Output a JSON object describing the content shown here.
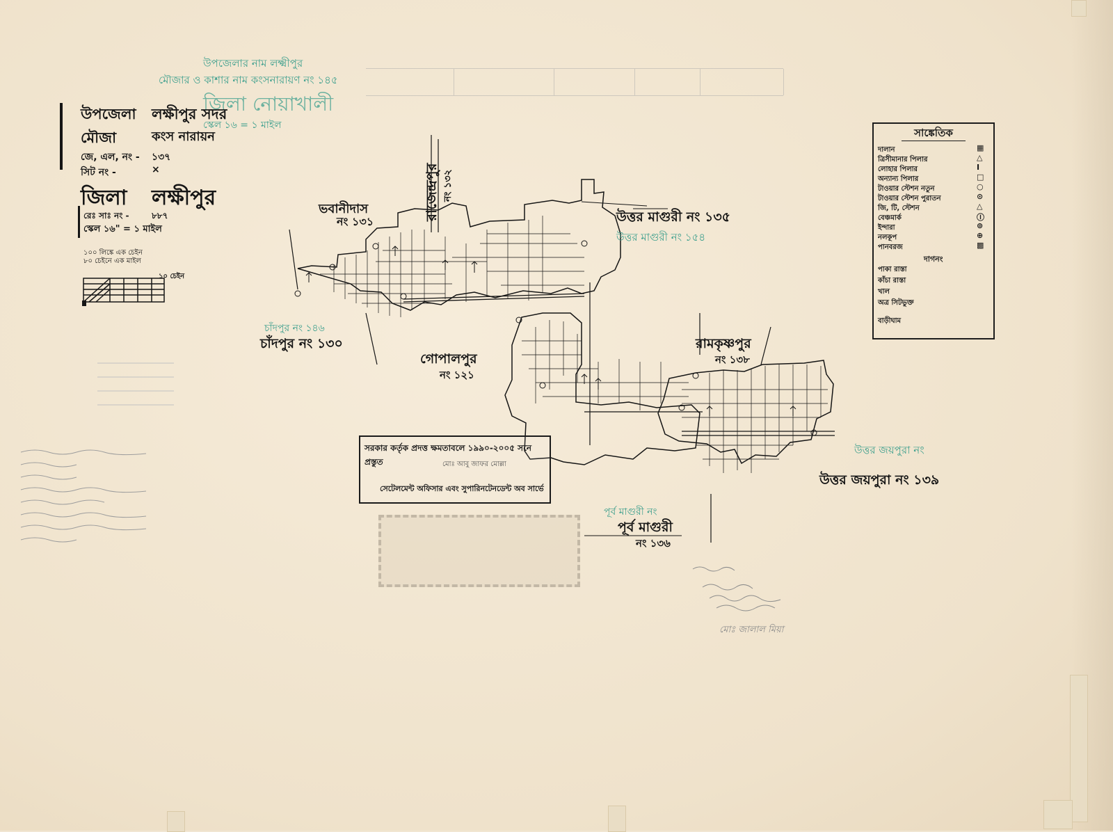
{
  "header": {
    "upazila_label": "উপজেলা",
    "upazila_value": "লক্ষীপুর সদর",
    "mouza_label": "মৌজা",
    "mouza_value": "কংস নারায়ন",
    "jl_label": "জে, এল, নং -",
    "jl_value": "১৩৭",
    "sheet_label": "সিট নং -",
    "sheet_value": "×",
    "district_label": "জিলা",
    "district_value": "লক্ষীপুর",
    "reg_label": "রেঃ সাঃ নং -",
    "reg_value": "৮৮৭",
    "scale_text": "স্কেল ১৬\" = ১ মাইল",
    "chain_line1": "১০০ লিঙ্কে এক চেইন",
    "chain_line2": "৮০ চেইনে এক মাইল",
    "scale_bar_end": "১০ চেইন"
  },
  "old_header": {
    "line1": "উপজেলার নাম লক্ষ্মীপুর",
    "line2": "মৌজার ও কাশার নাম কংসনারায়ণ নং ১৪৫",
    "line3": "জিলা নোয়াখালী",
    "line4": "স্কেল ১৬ = ১ মাইল"
  },
  "place_labels": {
    "bhabanidas": "ভবানীদাস",
    "bhabanidas_no": "নং ১৩১",
    "ramendrapur": "রাজেন্দ্রপুর",
    "ramendrapur_no": "নং ১৩২",
    "uttar_magri": "উত্তর মাগুরী নং ১৩৫",
    "uttar_magri_old": "উত্তর মাগুরী নং ১৫৪",
    "chandpur": "চাঁদপুর নং ১৩০",
    "chandpur_old": "চাঁদপুর নং ১৪৬",
    "gopalpur": "গোপালপুর",
    "gopalpur_no": "নং ১২১",
    "ramkrishnapur": "রামকৃষ্ণপুর",
    "ramkrishnapur_no": "নং ১৩৮",
    "uttar_joypura": "উত্তর জয়পুরা নং ১৩৯",
    "uttar_joypura_old": "উত্তর জয়পুরা নং",
    "purba_magri": "পূর্ব মাগুরী",
    "purba_magri_no": "নং ১৩৬",
    "purba_magri_old": "পূর্ব মাগুরী নং"
  },
  "legend": {
    "title": "সাঙ্কেতিক",
    "items": [
      {
        "label": "দালান",
        "sym": "▦"
      },
      {
        "label": "ত্রিসীমানার পিলার",
        "sym": "△"
      },
      {
        "label": "লোহার পিলার",
        "sym": "I"
      },
      {
        "label": "অন্যান্য পিলার",
        "sym": "□"
      },
      {
        "label": "টাওয়ার স্টেশন নতুন",
        "sym": "○"
      },
      {
        "label": "টাওয়ার স্টেশন পুরাতন",
        "sym": "⊙"
      },
      {
        "label": "জি, টি, স্টেশন",
        "sym": "△"
      },
      {
        "label": "বেঞ্চমার্ক",
        "sym": "Ⓘ"
      },
      {
        "label": "ইন্দারা",
        "sym": "⊚"
      },
      {
        "label": "নলকূপ",
        "sym": "⊕"
      },
      {
        "label": "পানবরজ",
        "sym": "▩"
      }
    ],
    "section2": "দাগনং",
    "items2": [
      {
        "label": "পাকা রাস্তা"
      },
      {
        "label": "কাঁচা রাস্তা"
      },
      {
        "label": "খাল"
      },
      {
        "label": "অত্র সিটভুক্ত"
      },
      {
        "label": "বাড়ীঘাম"
      }
    ]
  },
  "stamp": {
    "line1": "সরকার কর্তৃক প্রদত্ত ক্ষমতাবলে ১৯৯০-২০০৫ সনে প্রস্তুত",
    "line2": "মোঃ আবু জাফর মোল্লা",
    "line3": "সেটেলমেন্ট অফিসার এবং সুপারিনটেনডেন্ট অব সার্ভে"
  },
  "signature": {
    "line": "মোঃ জালাল মিয়া"
  },
  "colors": {
    "paper": "#f1e6d2",
    "ink": "#151515",
    "teal": "#3fa08e"
  }
}
